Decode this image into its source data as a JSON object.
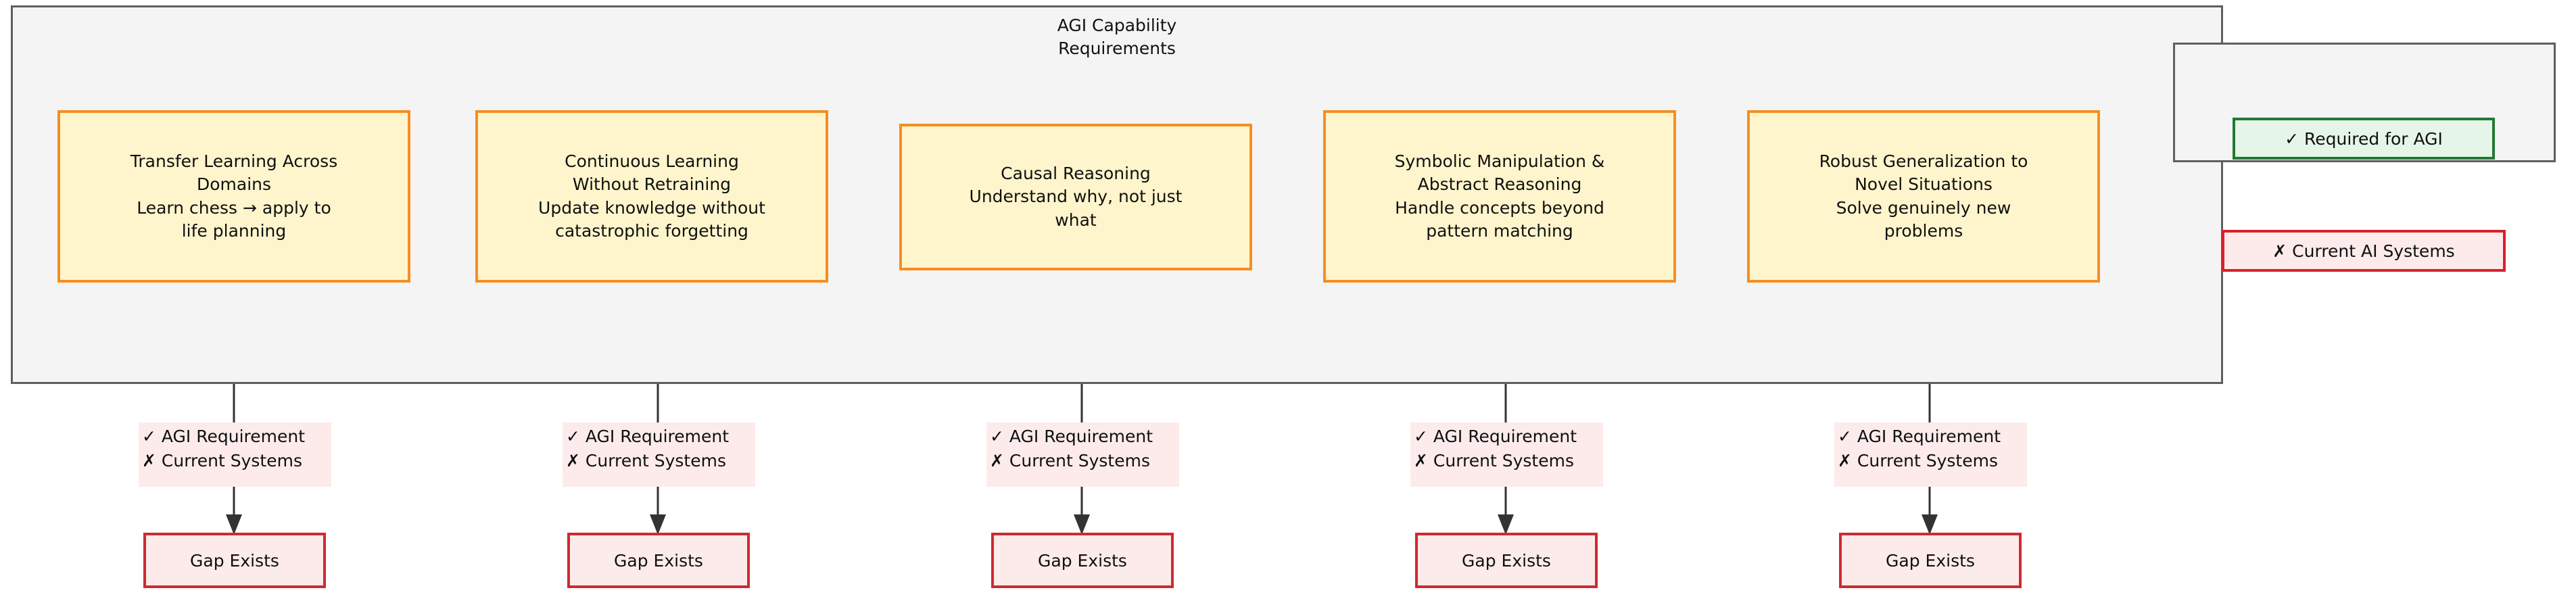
{
  "diagram": {
    "type": "flowchart",
    "subgraph": {
      "title": "AGI Capability\nRequirements"
    },
    "capabilities": [
      {
        "id": "transfer-learning",
        "title": "Transfer Learning Across\nDomains",
        "detail": "Learn chess → apply to\nlife planning",
        "text": "Transfer Learning Across\nDomains\nLearn chess → apply to\nlife planning"
      },
      {
        "id": "continuous-learning",
        "title": "Continuous Learning\nWithout Retraining",
        "detail": "Update knowledge without\ncatastrophic forgetting",
        "text": "Continuous Learning\nWithout Retraining\nUpdate knowledge without\ncatastrophic forgetting"
      },
      {
        "id": "causal-reasoning",
        "title": "Causal Reasoning",
        "detail": "Understand why, not just\nwhat",
        "text": "Causal Reasoning\nUnderstand why, not just\nwhat"
      },
      {
        "id": "symbolic-manipulation",
        "title": "Symbolic Manipulation &\nAbstract Reasoning",
        "detail": "Handle concepts beyond\npattern matching",
        "text": "Symbolic Manipulation &\nAbstract Reasoning\nHandle concepts beyond\npattern matching"
      },
      {
        "id": "robust-generalization",
        "title": "Robust Generalization to\nNovel Situations",
        "detail": "Solve genuinely new\nproblems",
        "text": "Robust Generalization to\nNovel Situations\nSolve genuinely new\nproblems"
      }
    ],
    "edge_label": "✓ AGI Requirement\n✗ Current Systems",
    "edge_labels": [
      "✓ AGI Requirement\n✗ Current Systems",
      "✓ AGI Requirement\n✗ Current Systems",
      "✓ AGI Requirement\n✗ Current Systems",
      "✓ AGI Requirement\n✗ Current Systems",
      "✓ AGI Requirement\n✗ Current Systems"
    ],
    "gap_nodes": [
      {
        "id": "gap-1",
        "label": "Gap Exists"
      },
      {
        "id": "gap-2",
        "label": "Gap Exists"
      },
      {
        "id": "gap-3",
        "label": "Gap Exists"
      },
      {
        "id": "gap-4",
        "label": "Gap Exists"
      },
      {
        "id": "gap-5",
        "label": "Gap Exists"
      }
    ],
    "legend": {
      "required": "✓ Required for AGI",
      "current": "✗ Current AI Systems"
    },
    "colors": {
      "capability_fill": "#fff5cc",
      "capability_stroke": "#f58e22",
      "gap_fill": "#fdebeb",
      "gap_stroke": "#cc2b31",
      "legend_required_fill": "#e6f5e9",
      "legend_required_stroke": "#217a33",
      "legend_current_fill": "#fdebeb",
      "legend_current_stroke": "#d72229",
      "container_fill": "#f4f4f4",
      "container_stroke": "#5e5e5e",
      "edge_stroke": "#333333",
      "text": "#101010"
    }
  }
}
